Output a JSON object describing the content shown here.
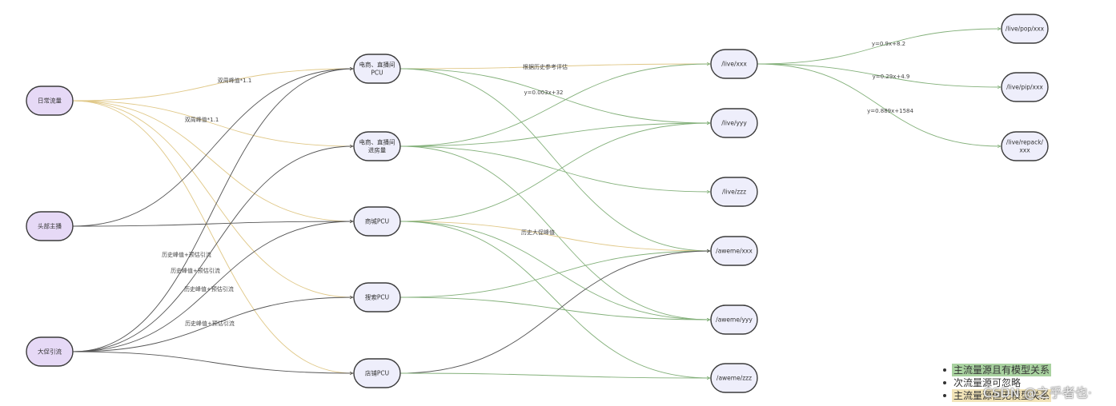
{
  "colors": {
    "node_fill": "#eeeefb",
    "node_stroke": "#3a3a3a",
    "source_fill": "#e6d9f6",
    "edge_primary": "#83b07a",
    "edge_secondary": "#555555",
    "edge_nomodel": "#e0c888",
    "legend_primary_bg": "#a9d2a0",
    "legend_nomodel_bg": "#f2e4b8"
  },
  "nodes": {
    "daily": {
      "label": "日常流量",
      "kind": "source"
    },
    "head_anchor": {
      "label": "头部主播",
      "kind": "source"
    },
    "promo": {
      "label": "大促引流",
      "kind": "source"
    },
    "ecom_pcu": {
      "label": "电商、直播间 PCU",
      "kind": "mid"
    },
    "ecom_enter": {
      "label": "电商、直播间 进房量",
      "kind": "mid"
    },
    "mall_pcu": {
      "label": "商城PCU",
      "kind": "mid"
    },
    "search_pcu": {
      "label": "搜索PCU",
      "kind": "mid"
    },
    "shop_pcu": {
      "label": "店铺PCU",
      "kind": "mid"
    },
    "live_xxx": {
      "label": "/live/xxx",
      "kind": "api"
    },
    "live_yyy": {
      "label": "/live/yyy",
      "kind": "api"
    },
    "live_zzz": {
      "label": "/live/zzz",
      "kind": "api"
    },
    "aweme_xxx": {
      "label": "/aweme/xxx",
      "kind": "api"
    },
    "aweme_yyy": {
      "label": "/aweme/yyy",
      "kind": "api"
    },
    "aweme_zzz": {
      "label": "/aweme/zzz",
      "kind": "api"
    },
    "live_pop": {
      "label": "/live/pop/xxx",
      "kind": "api"
    },
    "live_pip": {
      "label": "/live/pip/xxx",
      "kind": "api"
    },
    "live_repack": {
      "label": "/live/repack/ xxx",
      "kind": "api"
    }
  },
  "edges": [
    {
      "from": "daily",
      "to": "ecom_pcu",
      "type": "nomodel",
      "label": "双周峰值*1.1"
    },
    {
      "from": "daily",
      "to": "ecom_enter",
      "type": "nomodel",
      "label": "双周峰值*1.1"
    },
    {
      "from": "daily",
      "to": "mall_pcu",
      "type": "nomodel",
      "label": ""
    },
    {
      "from": "daily",
      "to": "search_pcu",
      "type": "nomodel",
      "label": ""
    },
    {
      "from": "daily",
      "to": "shop_pcu",
      "type": "nomodel",
      "label": ""
    },
    {
      "from": "head_anchor",
      "to": "ecom_pcu",
      "type": "secondary",
      "label": ""
    },
    {
      "from": "head_anchor",
      "to": "mall_pcu",
      "type": "secondary",
      "label": ""
    },
    {
      "from": "promo",
      "to": "ecom_pcu",
      "type": "secondary",
      "label": "历史峰值+预估引流"
    },
    {
      "from": "promo",
      "to": "ecom_enter",
      "type": "secondary",
      "label": "历史峰值+预估引流"
    },
    {
      "from": "promo",
      "to": "mall_pcu",
      "type": "secondary",
      "label": "历史峰值+预估引流"
    },
    {
      "from": "promo",
      "to": "search_pcu",
      "type": "secondary",
      "label": "历史峰值+预估引流"
    },
    {
      "from": "promo",
      "to": "shop_pcu",
      "type": "secondary",
      "label": ""
    },
    {
      "from": "ecom_pcu",
      "to": "live_xxx",
      "type": "nomodel",
      "label": "根据历史参考评估"
    },
    {
      "from": "ecom_pcu",
      "to": "live_yyy",
      "type": "primary",
      "label": "y=0.003x+32"
    },
    {
      "from": "ecom_pcu",
      "to": "aweme_xxx",
      "type": "primary",
      "label": ""
    },
    {
      "from": "ecom_enter",
      "to": "live_xxx",
      "type": "primary",
      "label": ""
    },
    {
      "from": "ecom_enter",
      "to": "live_yyy",
      "type": "primary",
      "label": ""
    },
    {
      "from": "ecom_enter",
      "to": "live_zzz",
      "type": "primary",
      "label": ""
    },
    {
      "from": "ecom_enter",
      "to": "aweme_yyy",
      "type": "primary",
      "label": ""
    },
    {
      "from": "mall_pcu",
      "to": "live_yyy",
      "type": "primary",
      "label": ""
    },
    {
      "from": "mall_pcu",
      "to": "aweme_xxx",
      "type": "nomodel",
      "label": "历史大促峰值"
    },
    {
      "from": "mall_pcu",
      "to": "aweme_yyy",
      "type": "primary",
      "label": ""
    },
    {
      "from": "mall_pcu",
      "to": "aweme_zzz",
      "type": "primary",
      "label": ""
    },
    {
      "from": "search_pcu",
      "to": "aweme_xxx",
      "type": "primary",
      "label": ""
    },
    {
      "from": "search_pcu",
      "to": "aweme_yyy",
      "type": "primary",
      "label": ""
    },
    {
      "from": "shop_pcu",
      "to": "aweme_xxx",
      "type": "secondary",
      "label": ""
    },
    {
      "from": "shop_pcu",
      "to": "aweme_zzz",
      "type": "primary",
      "label": ""
    },
    {
      "from": "live_xxx",
      "to": "live_pop",
      "type": "primary",
      "label": "y=0.9x+8.2"
    },
    {
      "from": "live_xxx",
      "to": "live_pip",
      "type": "primary",
      "label": "y=0.29x+4.9"
    },
    {
      "from": "live_xxx",
      "to": "live_repack",
      "type": "primary",
      "label": "y=0.889x+1584"
    }
  ],
  "legend": [
    {
      "type": "primary",
      "label": "主流量源且有模型关系"
    },
    {
      "type": "secondary",
      "label": "次流量源可忽略"
    },
    {
      "type": "nomodel",
      "label": "主流量源但无模型关系"
    }
  ],
  "watermark": "CSDN @之乎者也·"
}
